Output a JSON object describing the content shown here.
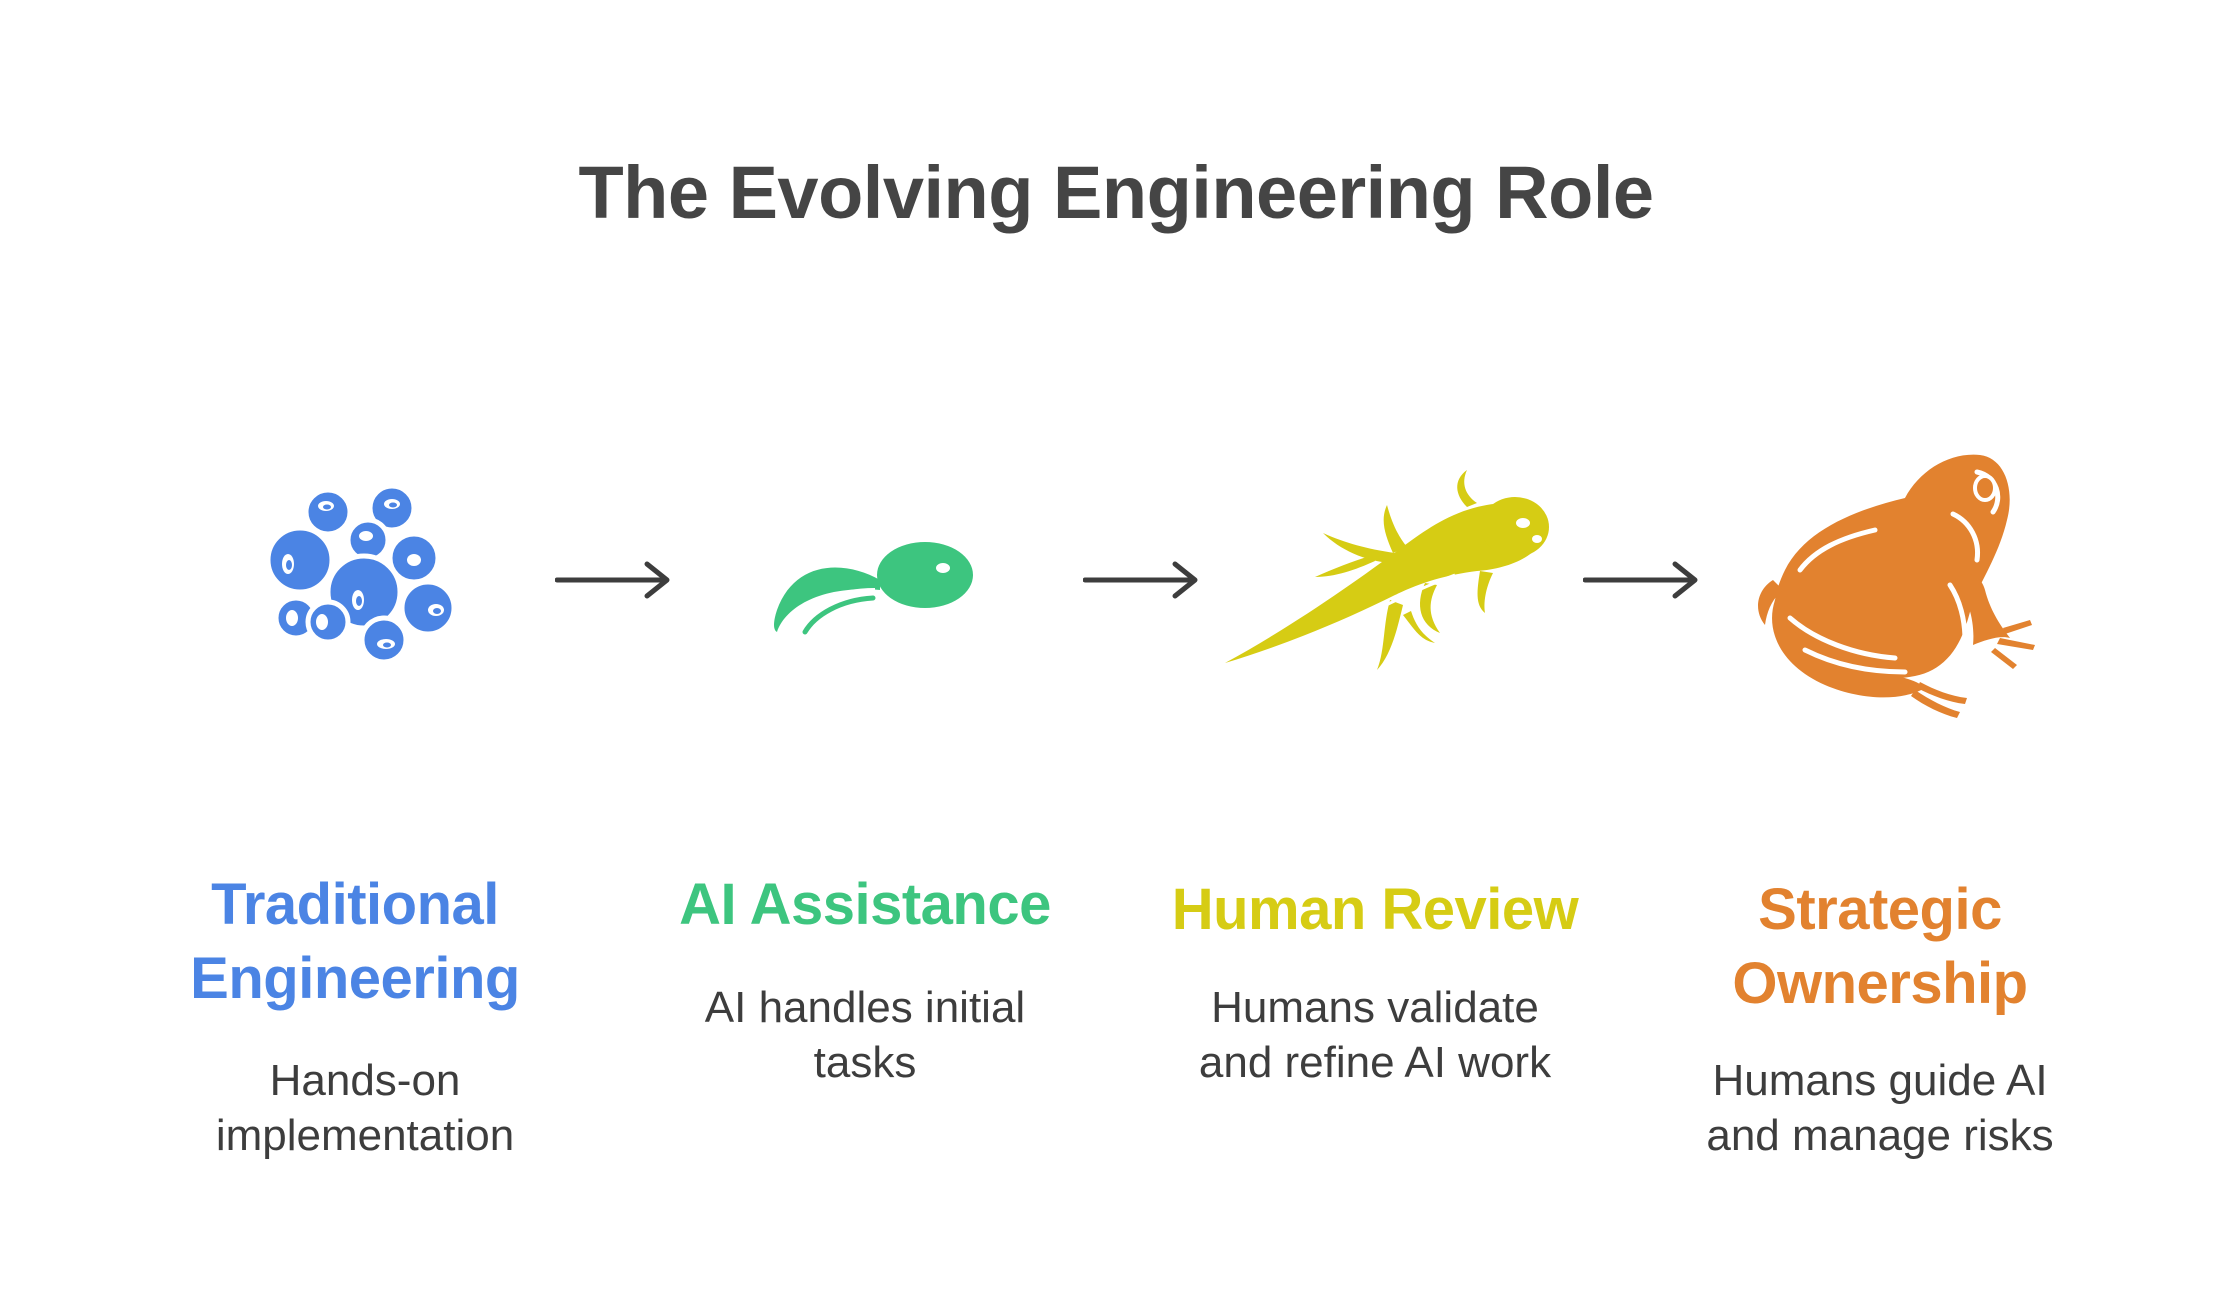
{
  "title": "The Evolving Engineering Role",
  "colors": {
    "stage_1": "#4b84e4",
    "stage_2": "#3dc57f",
    "stage_3": "#d6cc14",
    "stage_4": "#e2822f",
    "arrow": "#3d3d3d",
    "text": "#3d3d3d"
  },
  "stages": [
    {
      "icon": "frog-eggs-icon",
      "label_line1": "Traditional",
      "label_line2": "Engineering",
      "desc_line1": "Hands-on",
      "desc_line2": "implementation"
    },
    {
      "icon": "tadpole-icon",
      "label_line1": "AI Assistance",
      "desc_line1": "AI handles initial",
      "desc_line2": "tasks"
    },
    {
      "icon": "froglet-icon",
      "label_line1": "Human Review",
      "desc_line1": "Humans validate",
      "desc_line2": "and refine AI work"
    },
    {
      "icon": "frog-icon",
      "label_line1": "Strategic",
      "label_line2": "Ownership",
      "desc_line1": "Humans guide AI",
      "desc_line2": "and manage risks"
    }
  ]
}
